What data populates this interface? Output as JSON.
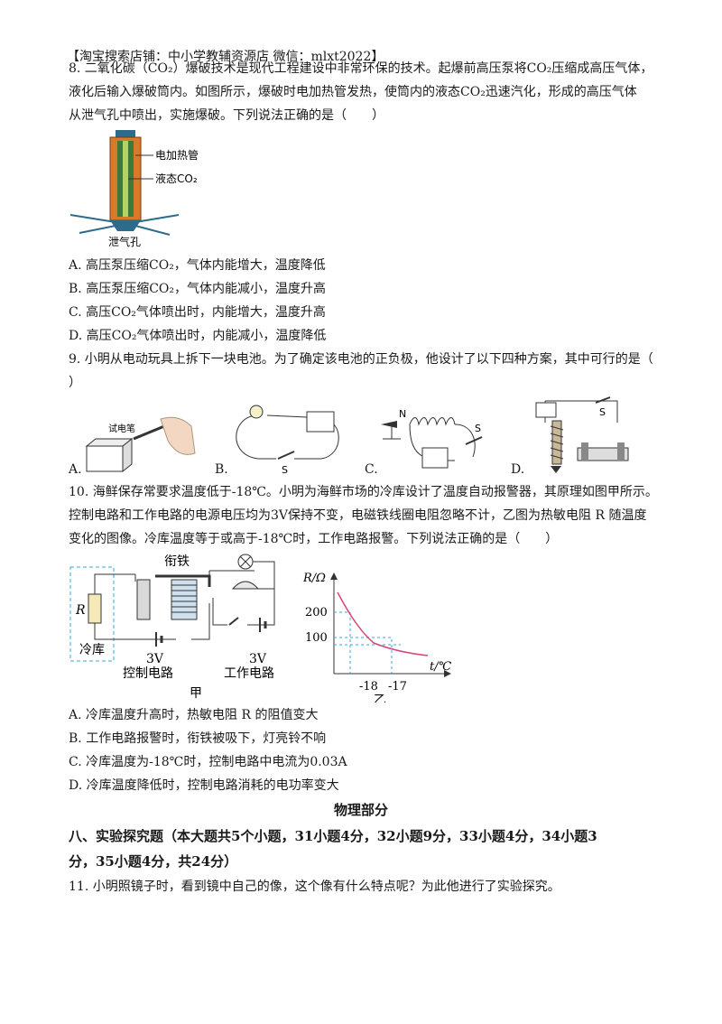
{
  "header": "【淘宝搜索店铺：中小学教辅资源店 微信：mlxt2022】",
  "q8": {
    "stem": [
      "8. 二氧化碳（CO₂）爆破技术是现代工程建设中非常环保的技术。起爆前高压泵将CO₂压缩成高压气体，",
      "液化后输入爆破筒内。如图所示，爆破时电加热管发热，使筒内的液态CO₂迅速汽化，形成的高压气体",
      "从泄气孔中喷出，实施爆破。下列说法正确的是（　　）"
    ],
    "figure_labels": {
      "heater": "电加热管",
      "liquid": "液态CO₂",
      "vent": "泄气孔"
    },
    "options": [
      "A. 高压泵压缩CO₂，气体内能增大，温度降低",
      "B. 高压泵压缩CO₂，气体内能减小，温度升高",
      "C. 高压CO₂气体喷出时，内能增大，温度升高",
      "D. 高压CO₂气体喷出时，内能减小，温度降低"
    ]
  },
  "q9": {
    "stem": [
      "9. 小明从电动玩具上拆下一块电池。为了确定该电池的正负极，他设计了以下四种方案，其中可行的是（",
      "）"
    ],
    "figure_labels": {
      "tester": "试电笔",
      "switch": "S",
      "north": "N"
    },
    "options": [
      "A.",
      "B.",
      "C.",
      "D."
    ]
  },
  "q10": {
    "stem": [
      "10. 海鲜保存常要求温度低于-18℃。小明为海鲜市场的冷库设计了温度自动报警器，其原理如图甲所示。",
      "控制电路和工作电路的电源电压均为3V保持不变，电磁铁线圈电阻忽略不计，乙图为热敏电阻 R 随温度",
      "变化的图像。冷库温度等于或高于-18℃时，工作电路报警。下列说法正确的是（　　）"
    ],
    "circuit_labels": {
      "armature": "衔铁",
      "resistor": "R",
      "coldroom": "冷库",
      "v1": "3V",
      "v2": "3V",
      "control": "控制电路",
      "work": "工作电路",
      "caption": "甲"
    },
    "graph": {
      "ylabel": "R/Ω",
      "xlabel": "t/℃",
      "y200": "200",
      "y100": "100",
      "x1": "-18",
      "x2": "-17",
      "caption": "乙"
    },
    "options": [
      "A. 冷库温度升高时，热敏电阻 R 的阻值变大",
      "B. 工作电路报警时，衔铁被吸下，灯亮铃不响",
      "C. 冷库温度为-18℃时，控制电路中电流为0.03A",
      "D. 冷库温度降低时，控制电路消耗的电功率变大"
    ]
  },
  "section": {
    "title": "物理部分",
    "heading": [
      "八、实验探究题（本大题共5个小题，31小题4分，32小题9分，33小题4分，34小题3",
      "分，35小题4分，共24分）"
    ]
  },
  "q11": {
    "stem": "11. 小明照镜子时，看到镜中自己的像，这个像有什么特点呢？为此他进行了实验探究。"
  }
}
